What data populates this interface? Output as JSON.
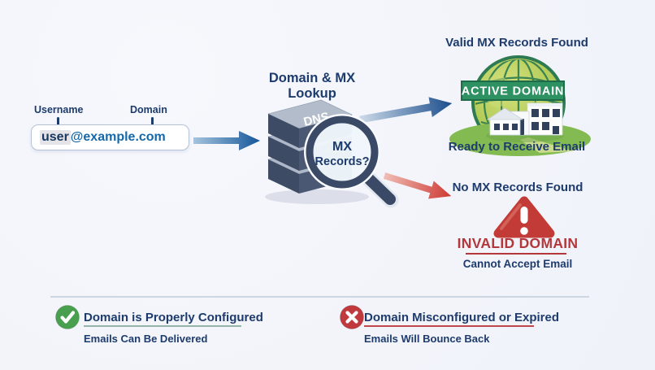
{
  "header": {
    "lookup_title": "Domain & MX Lookup"
  },
  "email_input": {
    "username_label": "Username",
    "domain_label": "Domain",
    "local_part": "user",
    "domain_part": "@example.com"
  },
  "dns_server": {
    "label": "DNS",
    "magnifier_line1": "MX",
    "magnifier_line2": "Records?"
  },
  "valid_path": {
    "title": "Valid MX Records Found",
    "banner": "ACTIVE DOMAIN",
    "caption": "Ready to Receive Email"
  },
  "invalid_path": {
    "title": "No MX Records Found",
    "status": "INVALID DOMAIN",
    "caption": "Cannot Accept Email"
  },
  "legend": {
    "success": {
      "title": "Domain is Properly Configured",
      "caption": "Emails Can Be Delivered"
    },
    "failure": {
      "title": "Domain Misconfigured or Expired",
      "caption": "Emails Will Bounce Back"
    }
  },
  "icons": {
    "dns_server": "server-stack",
    "magnifier": "magnifying-glass",
    "valid": "globe-with-building",
    "invalid": "warning-triangle",
    "success": "check-circle",
    "failure": "x-circle"
  },
  "colors": {
    "background": "#f3f5fa",
    "navy_text": "#1d3b6d",
    "email_domain_blue": "#1568a9",
    "invalid_red": "#b4373b",
    "banner_green": "#2d9162",
    "success_green": "#48a04f",
    "failure_red": "#c0393d",
    "arrow_blue": "#15569a",
    "arrow_red": "#cd3a33"
  }
}
